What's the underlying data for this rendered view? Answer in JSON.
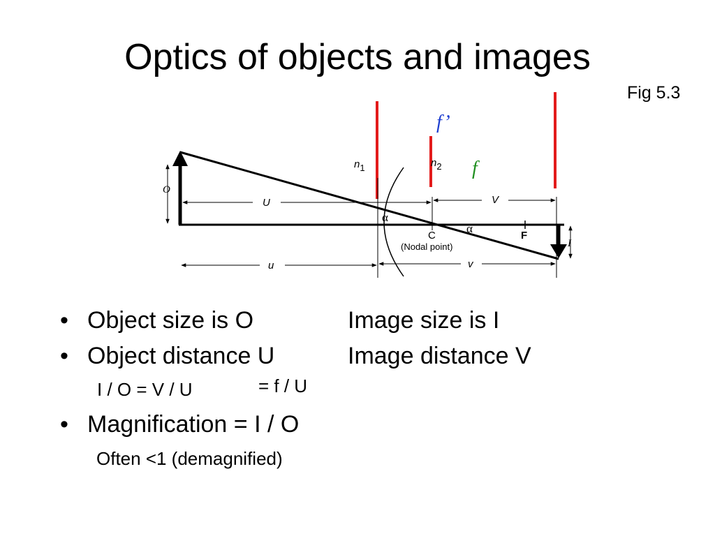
{
  "title": "Optics of objects and images",
  "fig_label": "Fig 5.3",
  "diagram": {
    "labels": {
      "n1": "n",
      "n1_sub": "1",
      "n2": "n",
      "n2_sub": "2",
      "f_prime": "f’",
      "f": "f",
      "O": "O",
      "U": "U",
      "V": "V",
      "u": "u",
      "v": "v",
      "I": "I",
      "alpha_left": "α",
      "alpha_right": "α",
      "C": "C",
      "F": "F",
      "nodal_point": "(Nodal point)"
    },
    "colors": {
      "marker_red": "#e31b1b",
      "f_prime_blue": "#1f3fd0",
      "f_green": "#1f8f1f"
    }
  },
  "bullets": [
    {
      "marker": "•",
      "left": "Object size is O",
      "right": "Image size is I"
    },
    {
      "marker": "•",
      "left": "Object distance U",
      "right": "Image distance V"
    }
  ],
  "equation": {
    "left": "I / O = V / U",
    "right": "= f / U"
  },
  "magnification": {
    "marker": "•",
    "text": "Magnification = I / O"
  },
  "note": "Often <1 (demagnified)"
}
